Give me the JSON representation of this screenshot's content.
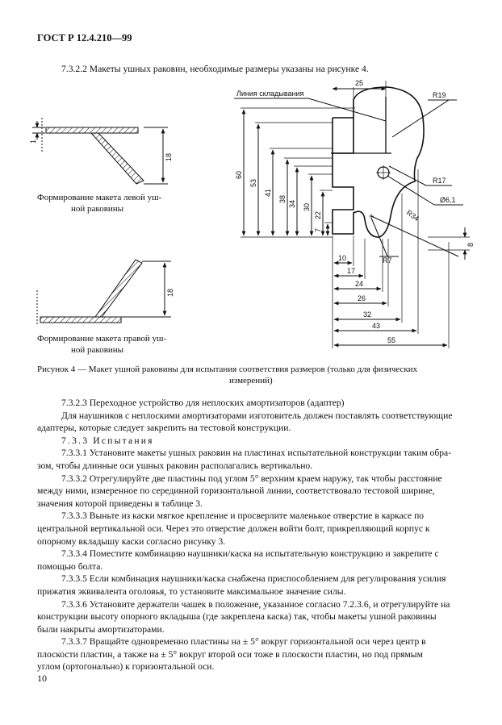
{
  "header": {
    "code": "ГОСТ Р 12.4.210—99"
  },
  "intro": "7.3.2.2 Макеты ушных раковин, необходимые размеры указаны на рисунке 4.",
  "figure": {
    "left_caption_lines": [
      "Формирование макета левой уш-",
      "ной раковины"
    ],
    "right_caption_lines": [
      "Формирование макета правой уш-",
      "ной раковины"
    ],
    "left_dims": {
      "thickness": "1",
      "height": "18"
    },
    "right_dims": {
      "height": "18"
    },
    "fold_label": "Линия складывания",
    "dims": {
      "top_width": "25",
      "r19": "R19",
      "r17": "R17",
      "hole": "Ø6,1",
      "r34": "R34",
      "r7": "R7",
      "right_8": "8",
      "v60": "60",
      "v53": "53",
      "v41": "41",
      "v38": "38",
      "v34": "34",
      "v30": "30",
      "v22": "22",
      "v7": "7",
      "h10": "10",
      "h17": "17",
      "h24": "24",
      "h26": "26",
      "h32": "32",
      "h43": "43",
      "h55": "55"
    },
    "caption_line1": "Рисунок 4 — Макет ушной раковины для  испытания  соответствия размеров  (только для  физических",
    "caption_line2": "измерений)"
  },
  "paragraphs": {
    "p1": "7.3.2.3 Переходное устройство для неплоских амортизаторов (адаптер)",
    "p2_l1": "Для наушников с неплоскими амортизаторами изготовитель должен поставлять соответствующие",
    "p2_l2": "адаптеры, которые следует закрепить на тестовой конструкции.",
    "p3": "7.3.3 Испытания",
    "p4_l1": "7.3.3.1 Установите макеты ушных раковин на пластинах испытательной конструкции таким обра-",
    "p4_l2": "зом, чтобы длинные оси ушных раковин располагались вертикально.",
    "p5_l1": "7.3.3.2 Отрегулируйте две пластины под углом 5° верхним краем наружу, так чтобы расстояние",
    "p5_l2": "между ними, измеренное по серединной горизонтальной линии, соответствовало тестовой ширине,",
    "p5_l3": "значения которой приведены в таблице 3.",
    "p6_l1": "7.3.3.3 Выньте из каски мягкое крепление и просверлите маленькое отверстие в каркасе по",
    "p6_l2": "центральной вертикальной оси. Через это отверстие должен войти болт, прикрепляющий корпус к",
    "p6_l3": "опорному вкладышу каски согласно рисунку 3.",
    "p7_l1": "7.3.3.4 Поместите комбинацию наушники/каска на испытательную конструкцию и закрепите с",
    "p7_l2": "помощью болта.",
    "p8_l1": "7.3.3.5 Если комбинация наушники/каска снабжена приспособлением для регулирования усилия",
    "p8_l2": "прижатия эквивалента оголовья, то установите максимальное значение силы.",
    "p9_l1": "7.3.3.6 Установите держатели чашек в положение, указанное согласно 7.2.3.6, и отрегулируйте на",
    "p9_l2": "конструкции высоту опорного вкладыша (где закреплена каска) так, чтобы макеты ушной раковины",
    "p9_l3": "были накрыты амортизаторами.",
    "p10_l1": "7.3.3.7 Вращайте одновременно пластины на ± 5° вокруг горизонтальной оси через центр в",
    "p10_l2": "плоскости пластин, а также на ± 5° вокруг второй оси тоже в плоскости пластин, но под прямым",
    "p10_l3": "углом (ортогонально) к горизонтальной оси."
  },
  "footer": {
    "page_number": "10"
  }
}
